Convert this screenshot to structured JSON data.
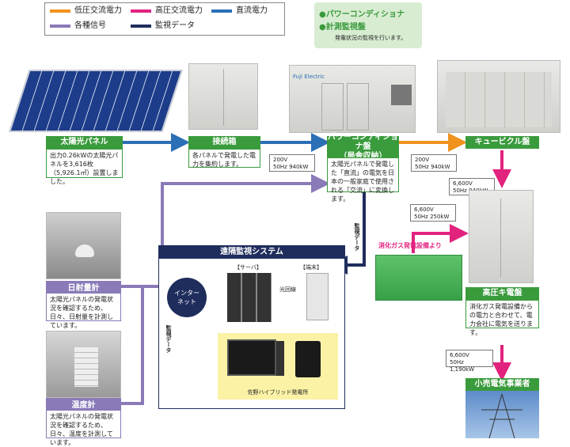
{
  "legend": {
    "low_voltage": "低圧交流電力",
    "high_voltage": "高圧交流電力",
    "dc": "直流電力",
    "signals": "各種信号",
    "monitor": "監視データ",
    "colors": {
      "low_voltage": "#f0921e",
      "high_voltage": "#e2237e",
      "dc": "#2b6fb6",
      "signals": "#8a7ab8",
      "monitor": "#1f2d5c"
    }
  },
  "pcs_note": {
    "line1": "●パワーコンディショナ",
    "line2": "●計測監視盤",
    "desc": "発電状況の監視を行います。"
  },
  "solar": {
    "label": "太陽光パネル",
    "desc": "出力0.26kWの太陽光パネルを3,616枚（5,926.1㎡）設置しました。"
  },
  "junction": {
    "label": "接続箱",
    "desc": "各パネルで発電した電力を集約します。"
  },
  "pcs": {
    "label": "パワーコンディショナ盤\n（局舎収納）",
    "desc": "太陽光パネルで発電した「直流」の電気を日本の一般家庭で使用される「交流」に変換します。"
  },
  "cubicle": {
    "label": "キュービクル盤"
  },
  "hv_panel": {
    "label": "高圧キ電盤",
    "desc": "消化ガス発電設備からの電力と合わせて、電力会社に電気を送ります。"
  },
  "utility": {
    "label": "小売電気事業者"
  },
  "gas": {
    "label": "消化ガス発電設備より"
  },
  "pyranometer": {
    "label": "日射量計",
    "desc": "太陽光パネルの発電状況を確認するため、日々、日射量を計測しています。"
  },
  "thermometer": {
    "label": "温度計",
    "desc": "太陽光パネルの発電状況を確認するため、日々、温度を計測しています。"
  },
  "callouts": {
    "c1": "200V\n50Hz 940kW",
    "c2": "200V\n50Hz 940kW",
    "c3": "6,600V\n50Hz 940kW",
    "c4": "6,600V\n50Hz 250kW",
    "c5": "6,600V\n50Hz 1,190kW"
  },
  "remote": {
    "title": "遠隔監視システム",
    "server": "【サーバ】",
    "terminal": "【端末】",
    "internet": "インター\nネット",
    "fiber": "光回線",
    "monitor_v": "監視データ",
    "monitor_h": "監視データ",
    "site": "佐野ハイブリッド発電所"
  },
  "vendor_logo": "Fuji Electric"
}
